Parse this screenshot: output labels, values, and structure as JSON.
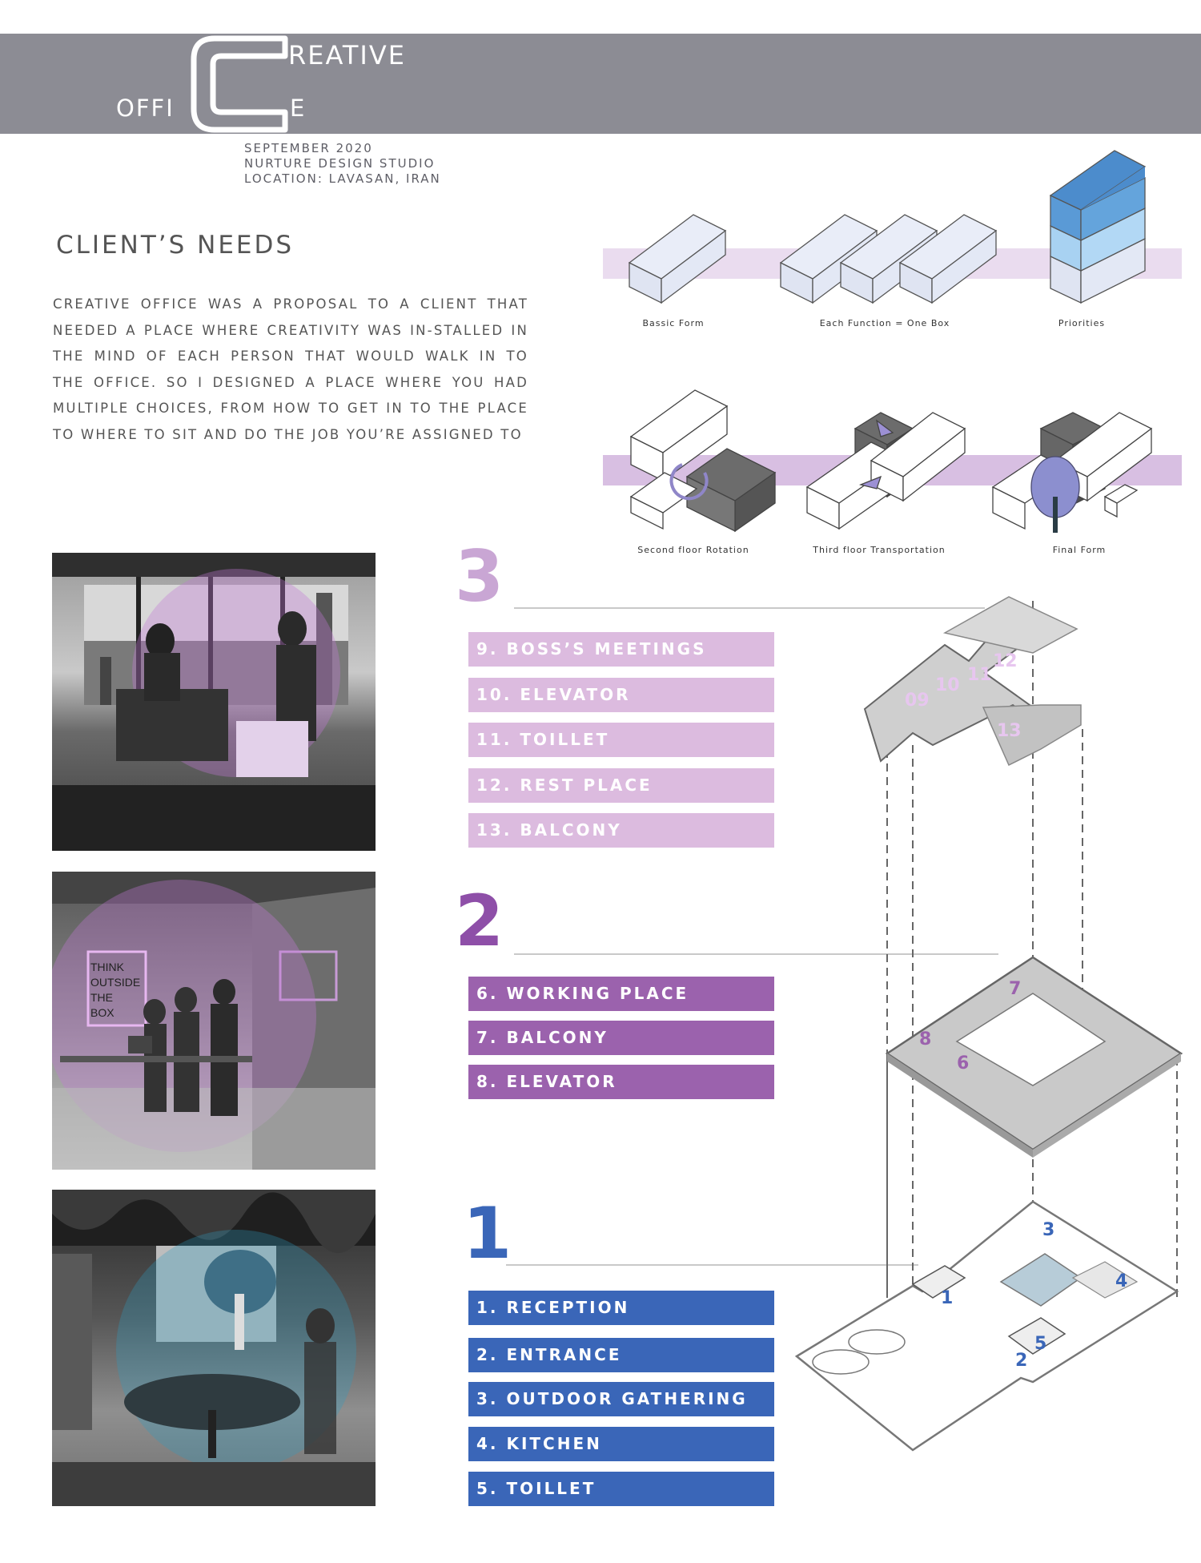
{
  "header": {
    "big_letter": "C",
    "title_top": "REATIVE",
    "title_bottom_left": "OFFI",
    "title_bottom_right": "E",
    "meta_date": "SEPTEMBER 2020",
    "meta_studio": "NURTURE DESIGN STUDIO",
    "meta_location": "LOCATION: LAVASAN, IRAN"
  },
  "needs": {
    "heading": "CLIENT’S NEEDS",
    "body": "Creative office was a proposal to a client that needed a place where creativity was in-stalled in the mind of each person that would walk in to the office. so I designed a place where you had multiple choices, from how to get in to the place to where to sit and do the job you’re assigned to"
  },
  "diagram_captions": {
    "basic": "Bassic Form",
    "each": "Each Function = One Box",
    "priorities": "Priorities",
    "rotation": "Second floor Rotation",
    "transport": "Third floor Transportation",
    "final": "Final Form"
  },
  "renders": {
    "sign_line1": "THINK",
    "sign_line2": "OUTSIDE",
    "sign_line3": "THE",
    "sign_line4": "BOX"
  },
  "floors": {
    "floor3": {
      "number": "3",
      "color": "#c9a6d4",
      "labels": [
        "9. BOSS’S MEETINGS",
        "10. ELEVATOR",
        "11. TOILLET",
        "12. REST PLACE",
        "13. BALCONY"
      ]
    },
    "floor2": {
      "number": "2",
      "color": "#8e4fa8",
      "labels": [
        "6. WORKING PLACE",
        "7. BALCONY",
        "8. ELEVATOR"
      ]
    },
    "floor1": {
      "number": "1",
      "color": "#3a66b8",
      "labels": [
        "1. RECEPTION",
        "2. ENTRANCE",
        "3. OUTDOOR GATHERING",
        "4. KITCHEN",
        "5. TOILLET"
      ]
    }
  },
  "plan_numbers": {
    "p09": "09",
    "p10": "10",
    "p11": "11",
    "p12": "12",
    "p13": "13",
    "p6": "6",
    "p7": "7",
    "p8": "8",
    "p1": "1",
    "p2": "2",
    "p3": "3",
    "p4": "4",
    "p5": "5"
  },
  "colors": {
    "banner": "#8c8c94",
    "purple_light": "#dcbbdf",
    "purple": "#9b62ad",
    "blue": "#3a66b8",
    "box_blue": "#5aa0da"
  }
}
